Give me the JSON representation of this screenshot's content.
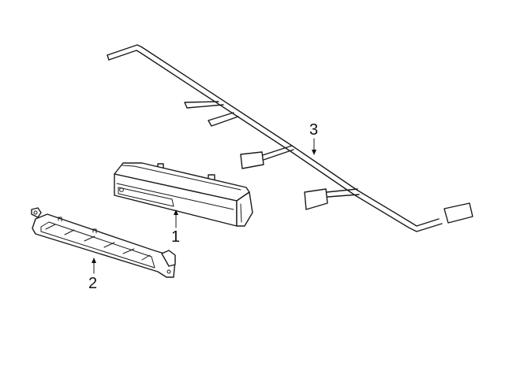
{
  "callouts": {
    "part1": "1",
    "part2": "2",
    "part3": "3"
  },
  "colors": {
    "line": "#1a1a1a",
    "background": "#ffffff"
  }
}
